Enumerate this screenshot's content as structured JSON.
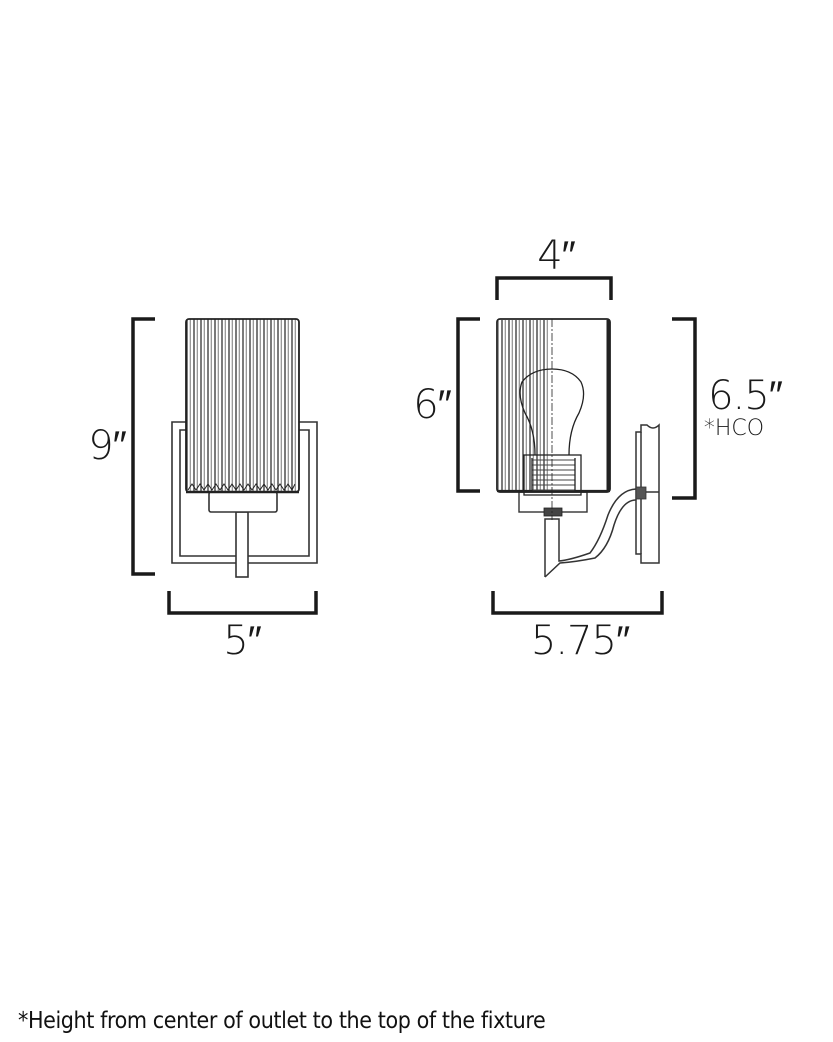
{
  "diagram": {
    "type": "product-dimension-drawing",
    "subject": "single-light wall sconce with ribbed cylindrical glass shade",
    "views": [
      {
        "id": "front-view",
        "dimensions": {
          "height": {
            "label": "9″",
            "value_in": 9,
            "axis": "vertical"
          },
          "width": {
            "label": "5″",
            "value_in": 5,
            "axis": "horizontal"
          }
        }
      },
      {
        "id": "side-view",
        "dimensions": {
          "shade_width": {
            "label": "4″",
            "value_in": 4,
            "axis": "horizontal"
          },
          "shade_height": {
            "label": "6″",
            "value_in": 6,
            "axis": "vertical"
          },
          "hco": {
            "label": "6.5″",
            "value_in": 6.5,
            "note": "*HCO",
            "axis": "vertical"
          },
          "extension": {
            "label": "5.75″",
            "value_in": 5.75,
            "axis": "horizontal"
          }
        }
      }
    ],
    "footnote": "*Height from center of outlet to the top of the fixture"
  },
  "colors": {
    "line": "#1a1a1a",
    "detail_line": "#333333",
    "background": "#ffffff"
  }
}
